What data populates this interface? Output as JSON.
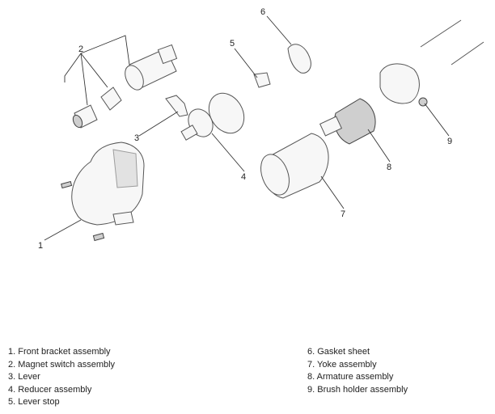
{
  "diagram": {
    "callouts": [
      "1",
      "2",
      "3",
      "4",
      "5",
      "6",
      "7",
      "8",
      "9"
    ]
  },
  "legend": {
    "left": [
      "1. Front bracket assembly",
      "2. Magnet switch assembly",
      "3. Lever",
      "4. Reducer assembly",
      "5. Lever stop"
    ],
    "right": [
      "6. Gasket sheet",
      "7. Yoke assembly",
      "8. Armature assembly",
      "9. Brush holder assembly"
    ]
  },
  "colors": {
    "line": "#333333",
    "part_fill": "#f7f7f7",
    "part_dark": "#cfcfcf"
  }
}
